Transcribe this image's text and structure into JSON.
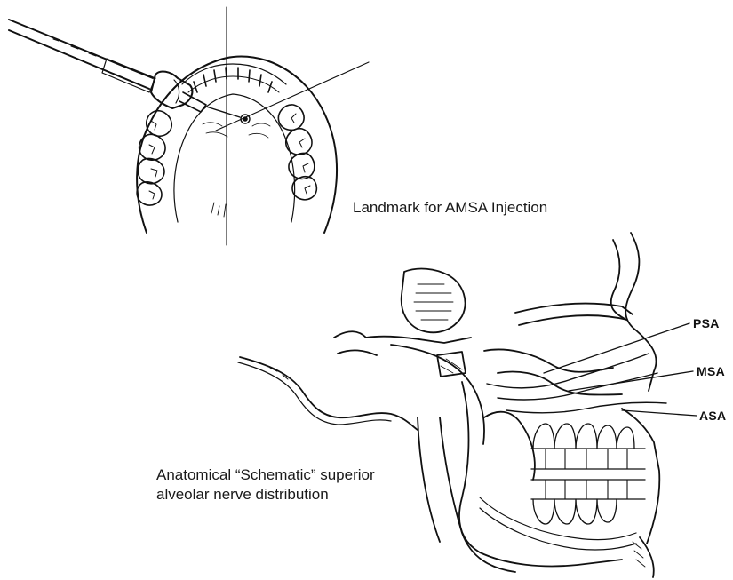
{
  "captions": {
    "top": "Landmark for AMSA Injection",
    "bottom_line1": "Anatomical “Schematic” superior",
    "bottom_line2": "alveolar nerve distribution"
  },
  "labels": {
    "psa": "PSA",
    "msa": "MSA",
    "asa": "ASA"
  },
  "colors": {
    "ink": "#111111",
    "background": "#ffffff"
  }
}
